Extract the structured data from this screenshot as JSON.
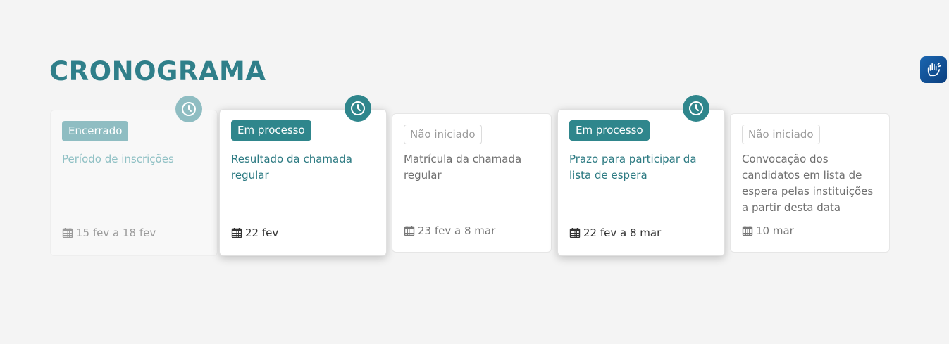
{
  "page": {
    "title": "CRONOGRAMA"
  },
  "colors": {
    "accent": "#2f868c",
    "muted_accent": "#8fbdc2",
    "title": "#2f7f8a"
  },
  "accessibility_button": {
    "icon": "hand-sign-language-icon"
  },
  "cards": [
    {
      "status": "Encerrado",
      "title": "Período de inscrições",
      "date": "15 fev a 18 fev",
      "state": "done",
      "icon": "clock-icon"
    },
    {
      "status": "Em processo",
      "title": "Resultado da chamada regular",
      "date": "22 fev",
      "state": "active",
      "icon": "clock-icon"
    },
    {
      "status": "Não iniciado",
      "title": "Matrícula da chamada regular",
      "date": "23 fev a 8 mar",
      "state": "pending"
    },
    {
      "status": "Em processo",
      "title": "Prazo para participar da lista de espera",
      "date": "22 fev a 8 mar",
      "state": "active",
      "icon": "clock-icon"
    },
    {
      "status": "Não iniciado",
      "title": "Convocação dos candidatos em lista de espera pelas instituições a partir desta data",
      "date": "10 mar",
      "state": "pending"
    }
  ]
}
